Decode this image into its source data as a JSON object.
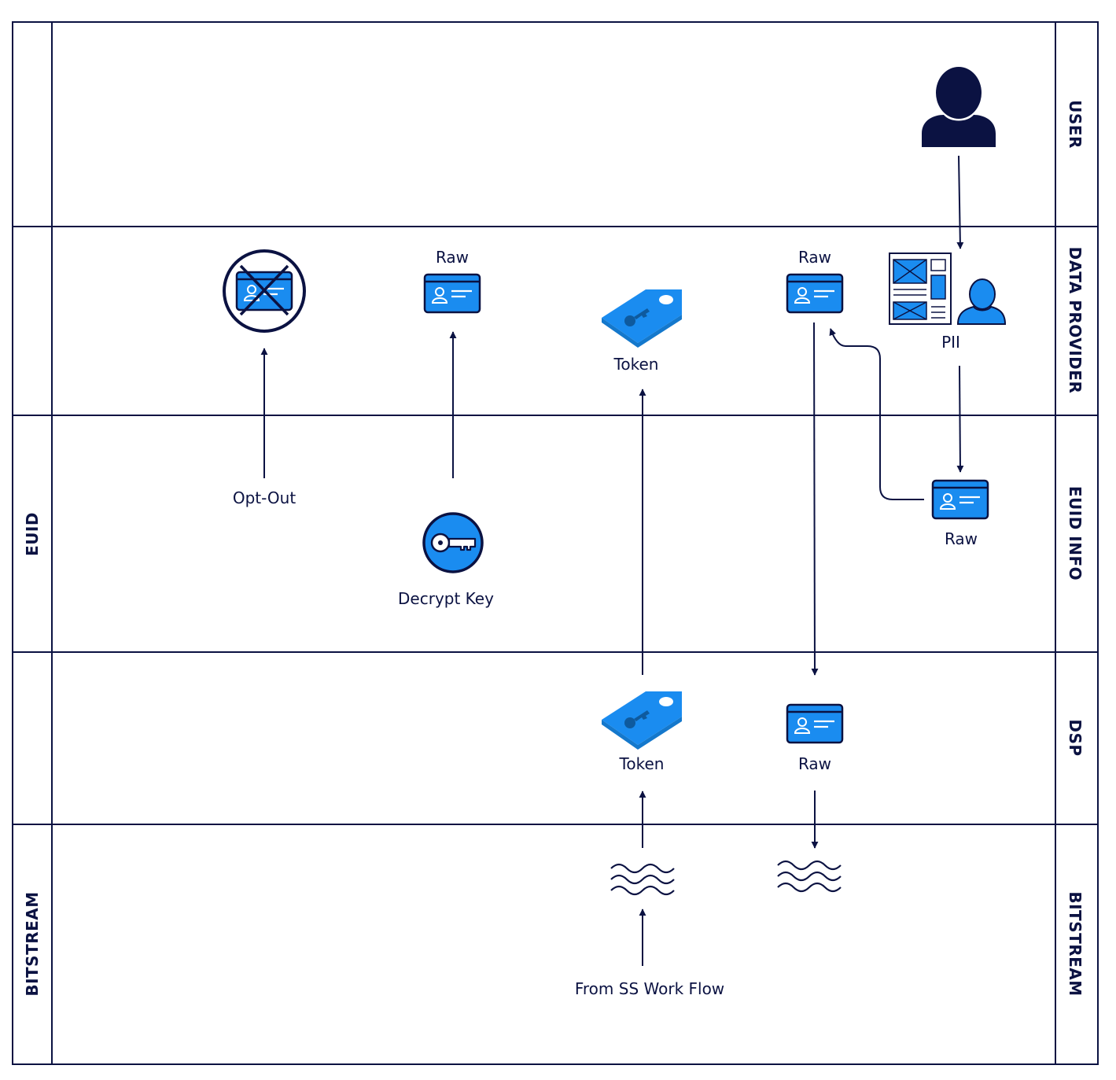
{
  "lanes_right": {
    "user": "USER",
    "data_provider": "DATA PROVIDER",
    "euid_info": "EUID INFO",
    "dsp": "DSP",
    "bitstream": "BITSTREAM"
  },
  "lanes_left": {
    "euid": "EUID",
    "bitstream": "BITSTREAM"
  },
  "labels": {
    "raw_dp_left": "Raw",
    "raw_dp_right": "Raw",
    "token_dp": "Token",
    "pii": "PII",
    "opt_out": "Opt-Out",
    "decrypt_key": "Decrypt Key",
    "raw_euid": "Raw",
    "token_dsp": "Token",
    "raw_dsp": "Raw",
    "from_ss": "From SS Work Flow"
  },
  "colors": {
    "navy": "#0b1242",
    "accent_blue": "#1a8cf0",
    "white": "#ffffff"
  },
  "icons": [
    "user-icon",
    "opt-out-card-icon",
    "id-card-icon",
    "token-tag-icon",
    "pii-document-icon",
    "person-icon",
    "key-icon",
    "wave-icon"
  ]
}
